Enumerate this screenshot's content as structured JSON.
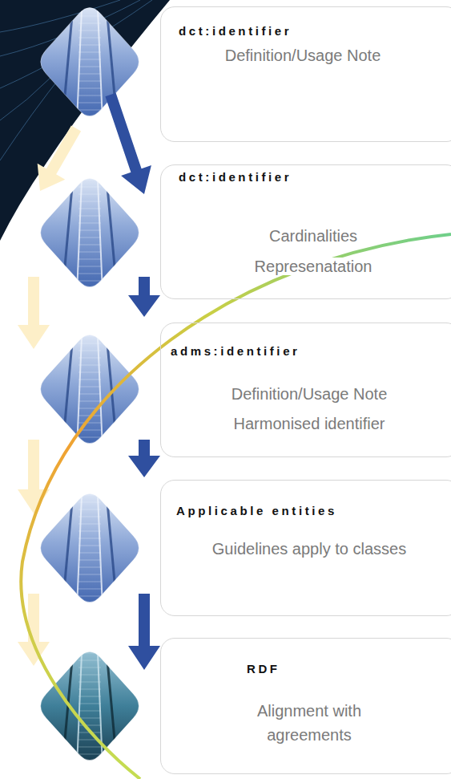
{
  "diagram": {
    "nodes": [
      {
        "text": [
          "dct:identifier",
          "Definition/Usage Note"
        ]
      },
      {
        "text": [
          "dct:identifier",
          "Cardinalities Represenatation"
        ]
      },
      {
        "text": [
          "adms:identifier",
          "Definition/Usage Note Harmonised identifier"
        ]
      },
      {
        "text": [
          "Applicable entities",
          "Guidelines apply to classes"
        ]
      },
      {
        "text": [
          "RDF",
          "Alignment with agreements"
        ]
      }
    ]
  }
}
